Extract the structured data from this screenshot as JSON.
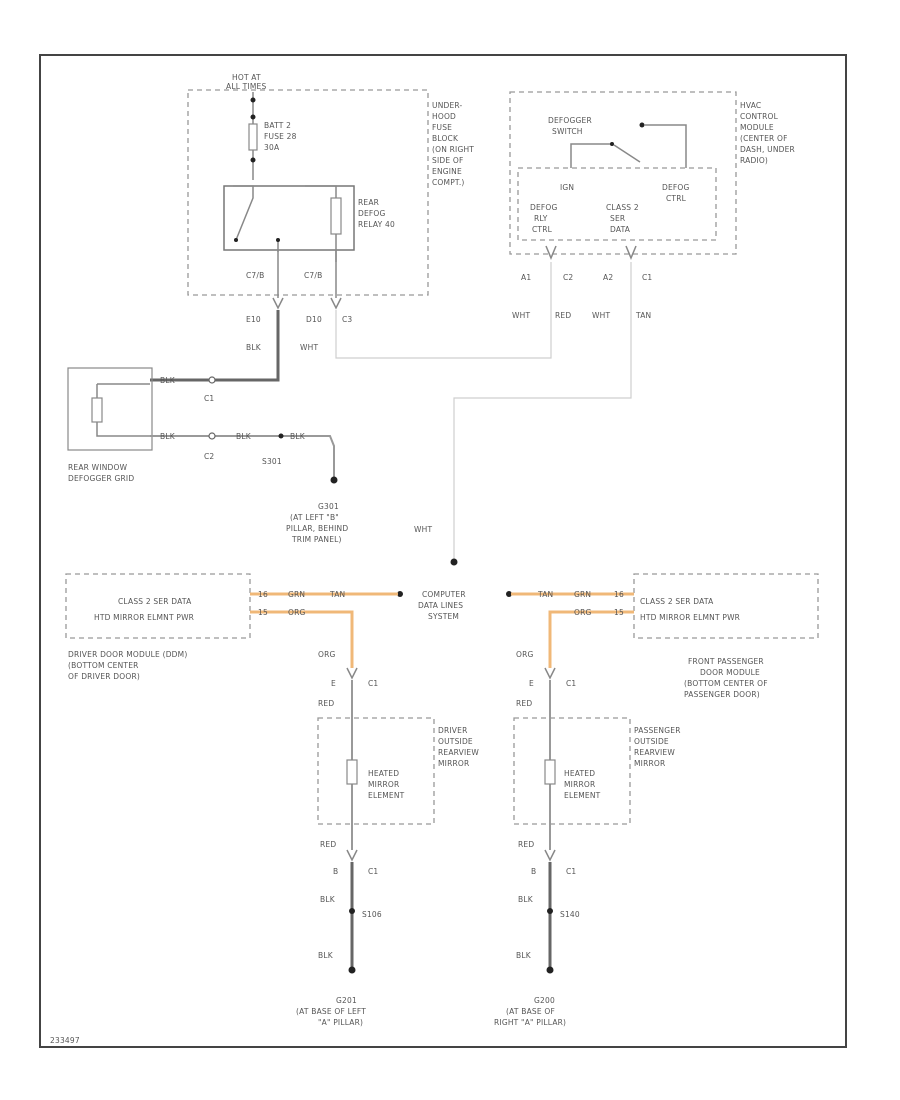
{
  "labels": {
    "hot_at": [
      "HOT AT",
      "ALL TIMES"
    ],
    "fuse": [
      "BATT 2",
      "FUSE 28",
      "30A"
    ],
    "underhood": [
      "UNDER-",
      "HOOD",
      "FUSE",
      "BLOCK",
      "(ON RIGHT",
      "SIDE OF",
      "ENGINE",
      "COMPT.)"
    ],
    "relay": [
      "REAR",
      "DEFOG",
      "RELAY 40"
    ],
    "c7": "C7/B",
    "c7b": "C7/B",
    "defogger_switch": [
      "DEFOGGER",
      "SWITCH"
    ],
    "hvac": [
      "HVAC",
      "CONTROL",
      "MODULE",
      "(CENTER OF",
      "DASH, UNDER",
      "RADIO)"
    ],
    "ign": "IGN",
    "defog_rly": [
      "DEFOG",
      "RLY",
      "CTRL"
    ],
    "class2_ser": [
      "CLASS 2",
      "SER",
      "DATA"
    ],
    "defog_ctrl": [
      "DEFOG",
      "CTRL"
    ],
    "pins_top": [
      "A1",
      "C2",
      "A2",
      "C1"
    ],
    "wires_top": [
      "WHT",
      "RED",
      "WHT",
      "TAN"
    ],
    "left_pins": [
      "E10",
      "D10",
      "C3"
    ],
    "left_wires": [
      "BLK",
      "WHT"
    ],
    "grid_wire1": "BLK",
    "grid_c1": "C1",
    "grid_wire2": "BLK",
    "grid_wire3": "BLK",
    "grid_wire4": "BLK",
    "grid_c2": "C2",
    "grid_splice": "S301",
    "grid": [
      "REAR WINDOW",
      "DEFOGGER GRID"
    ],
    "g301": [
      "G301",
      "(AT LEFT \"B\"",
      "PILLAR, BEHIND",
      "TRIM PANEL)"
    ],
    "wht_down": "WHT",
    "computer": [
      "COMPUTER",
      "DATA LINES",
      "SYSTEM"
    ],
    "ddm_box": [
      "CLASS 2 SER DATA",
      "HTD MIRROR ELMNT PWR"
    ],
    "pdm_box": [
      "CLASS 2 SER DATA",
      "HTD MIRROR ELMNT PWR"
    ],
    "ddm_wire_labels": [
      "16",
      "GRN",
      "TAN",
      "15",
      "ORG"
    ],
    "pdm_wire_labels": [
      "TAN",
      "GRN",
      "16",
      "ORG",
      "15"
    ],
    "ddm": [
      "DRIVER DOOR MODULE (DDM)",
      "(BOTTOM CENTER",
      "OF DRIVER DOOR)"
    ],
    "pdm": [
      "FRONT PASSENGER",
      "DOOR MODULE",
      "(BOTTOM CENTER OF",
      "PASSENGER DOOR)"
    ],
    "left_mirror_wire_top": "ORG",
    "left_mirror_pin_top": "E",
    "left_mirror_conn_top": "C1",
    "left_mirror_red_top": "RED",
    "right_mirror_wire_top": "ORG",
    "right_mirror_pin_top": "E",
    "right_mirror_conn_top": "C1",
    "right_mirror_red_top": "RED",
    "heated_left": [
      "HEATED",
      "MIRROR",
      "ELEMENT"
    ],
    "heated_right": [
      "HEATED",
      "MIRROR",
      "ELEMENT"
    ],
    "driver_mirror": [
      "DRIVER",
      "OUTSIDE",
      "REARVIEW",
      "MIRROR"
    ],
    "pass_mirror": [
      "PASSENGER",
      "OUTSIDE",
      "REARVIEW",
      "MIRROR"
    ],
    "left_red_bot": "RED",
    "left_pin_bot": "B",
    "left_conn_bot": "C1",
    "left_blk1": "BLK",
    "left_splice": "S106",
    "left_blk2": "BLK",
    "right_red_bot": "RED",
    "right_pin_bot": "B",
    "right_conn_bot": "C1",
    "right_blk1": "BLK",
    "right_splice": "S140",
    "right_blk2": "BLK",
    "g201": [
      "G201",
      "(AT BASE OF LEFT",
      "\"A\" PILLAR)"
    ],
    "g200": [
      "G200",
      "(AT BASE OF",
      "RIGHT \"A\" PILLAR)"
    ],
    "figure_id": "233497"
  }
}
